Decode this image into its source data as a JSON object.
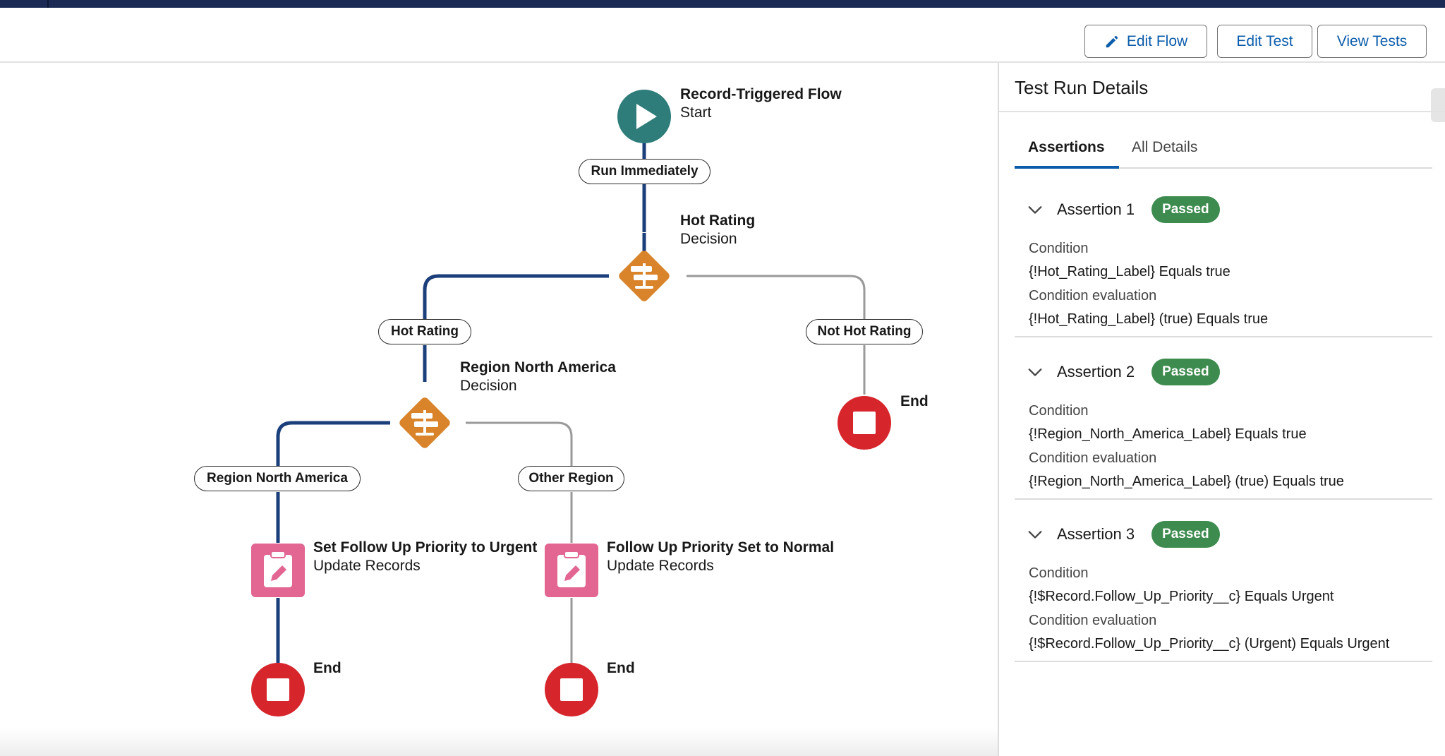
{
  "toolbar": {
    "edit_flow_label": "Edit Flow",
    "edit_test_label": "Edit Test",
    "view_tests_label": "View Tests"
  },
  "colors": {
    "path_active": "#1b3f7a",
    "path_inactive": "#9a9a9a",
    "start_node": "#2e7d7a",
    "decision_node": "#d9842a",
    "update_node": "#e26592",
    "end_node": "#d6262c",
    "passed_badge": "#3e8b4f",
    "link_blue": "#0b5cab"
  },
  "flow": {
    "start": {
      "title": "Record-Triggered Flow",
      "subtitle": "Start",
      "icon": "play-icon"
    },
    "run_immediately": "Run Immediately",
    "decision_hot": {
      "title": "Hot Rating",
      "subtitle": "Decision",
      "icon": "signpost-icon"
    },
    "outcome_hot": "Hot Rating",
    "outcome_not_hot": "Not Hot Rating",
    "end_not_hot": "End",
    "decision_region": {
      "title": "Region North America",
      "subtitle": "Decision",
      "icon": "signpost-icon"
    },
    "outcome_na": "Region North America",
    "outcome_other": "Other Region",
    "update_urgent": {
      "title": "Set Follow Up Priority to Urgent",
      "subtitle": "Update Records",
      "icon": "clipboard-edit-icon"
    },
    "update_normal": {
      "title": "Follow Up Priority Set to Normal",
      "subtitle": "Update Records",
      "icon": "clipboard-edit-icon"
    },
    "end_urgent": "End",
    "end_normal": "End"
  },
  "panel": {
    "title": "Test Run Details",
    "tabs": [
      "Assertions",
      "All Details"
    ],
    "active_tab": "Assertions",
    "condition_label": "Condition",
    "evaluation_label": "Condition evaluation",
    "assertions": [
      {
        "name": "Assertion 1",
        "status": "Passed",
        "condition": "{!Hot_Rating_Label} Equals true",
        "evaluation": "{!Hot_Rating_Label} (true) Equals true"
      },
      {
        "name": "Assertion 2",
        "status": "Passed",
        "condition": "{!Region_North_America_Label} Equals true",
        "evaluation": "{!Region_North_America_Label} (true) Equals true"
      },
      {
        "name": "Assertion 3",
        "status": "Passed",
        "condition": "{!$Record.Follow_Up_Priority__c} Equals Urgent",
        "evaluation": "{!$Record.Follow_Up_Priority__c} (Urgent) Equals Urgent"
      }
    ]
  }
}
